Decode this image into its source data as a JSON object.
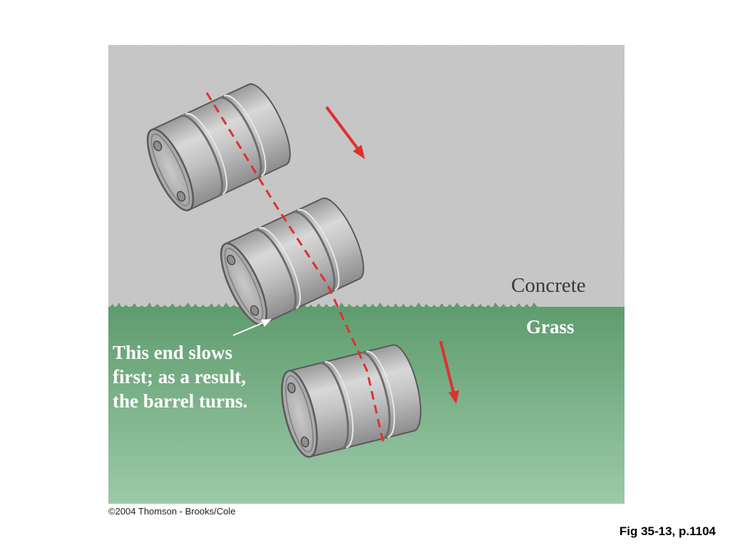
{
  "labels": {
    "concrete": "Concrete",
    "grass": "Grass",
    "annotation_lines": [
      "This end slows",
      "first; as a result,",
      "the barrel turns."
    ]
  },
  "footer": {
    "copyright": "©2004 Thomson - Brooks/Cole",
    "figure_ref": "Fig 35-13, p.1104"
  },
  "colors": {
    "concrete": "#c8c8c8",
    "grass": "#6aa278",
    "arrow": "#e03030",
    "barrel": "#b8b8b8"
  }
}
